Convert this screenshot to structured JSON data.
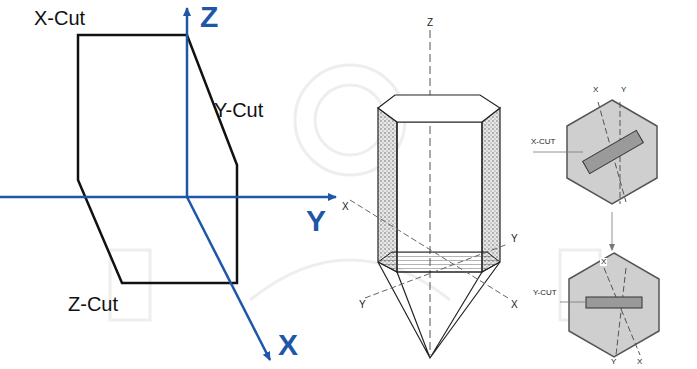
{
  "diagram": {
    "labels": [
      "Z",
      "X-Cut",
      "Y-Cut",
      "Y",
      "Z-Cut",
      "X",
      "Z",
      "X",
      "Y",
      "Y",
      "X",
      "X",
      "Y",
      "X-CUT",
      "X",
      "Y-CUT",
      "Y",
      "X"
    ]
  }
}
